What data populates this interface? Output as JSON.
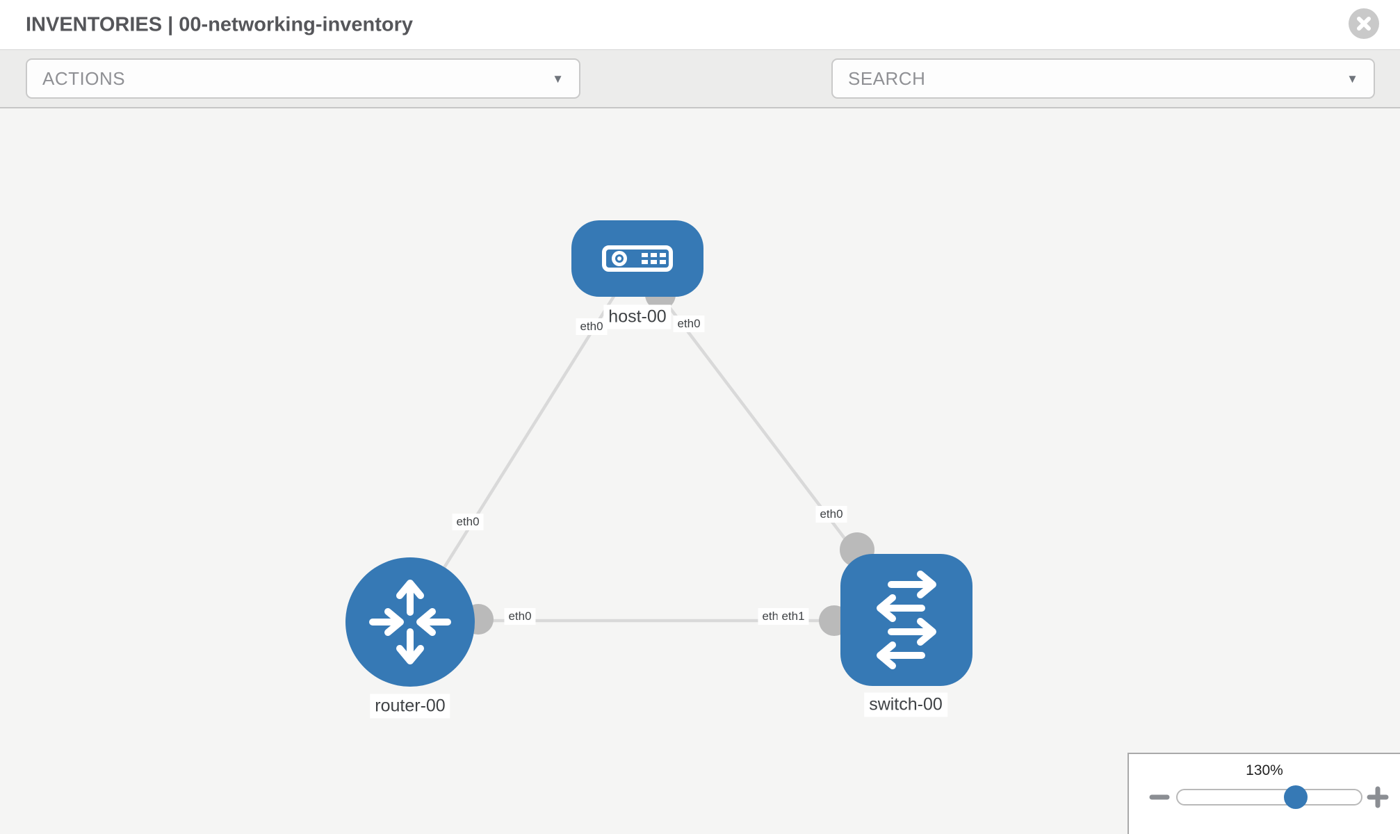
{
  "header": {
    "title": "INVENTORIES | 00-networking-inventory"
  },
  "toolbar": {
    "actions_placeholder": "ACTIONS",
    "search_placeholder": "SEARCH",
    "icons": [
      "wrench-icon",
      "key-icon"
    ]
  },
  "topology": {
    "nodes": [
      {
        "label": "host-00",
        "type": "host"
      },
      {
        "label": "router-00",
        "type": "router"
      },
      {
        "label": "switch-00",
        "type": "switch"
      }
    ],
    "links": [
      {
        "from": "router-00",
        "to": "host-00",
        "from_interface": "eth0",
        "to_interface": "eth0"
      },
      {
        "from": "host-00",
        "to": "switch-00",
        "from_interface": "eth0",
        "to_interface": "eth0"
      },
      {
        "from": "router-00",
        "to": "switch-00",
        "from_interface": "eth0",
        "to_interface": "eth1"
      }
    ],
    "interface_labels": {
      "host_left": "eth0",
      "host_right": "eth0",
      "router_host_link": "eth0",
      "host_switch_link": "eth0",
      "router_port": "eth0",
      "switch_port_under": "eth0",
      "switch_port_over": "eth1"
    },
    "colors": {
      "node": "#3679b5",
      "link": "#d9d9d9",
      "connector": "#bababa",
      "label_text": "#3f4245"
    }
  },
  "zoom": {
    "value": "130%"
  }
}
